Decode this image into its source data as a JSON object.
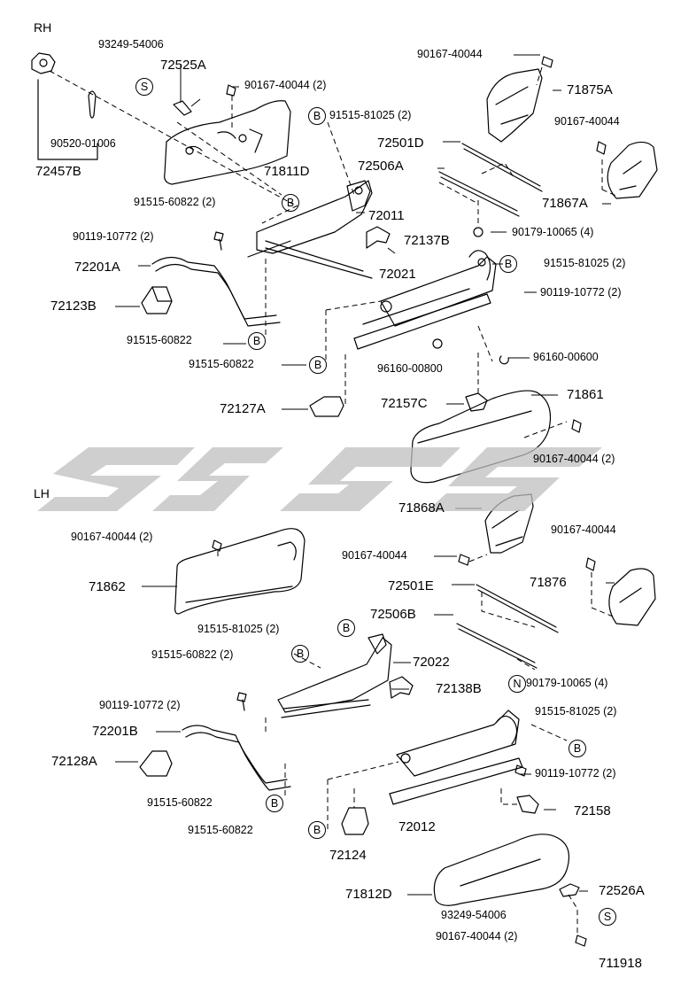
{
  "section_rh": "RH",
  "section_lh": "LH",
  "figure_number": "711918",
  "callouts": {
    "p1": "93249-54006",
    "p2": "72525A",
    "p3": "90167-40044 (2)",
    "p4": "90520-01006",
    "p5": "72457B",
    "p6": "71811D",
    "p7": "91515-81025 (2)",
    "p8": "72501D",
    "p9": "72506A",
    "p10": "91515-60822 (2)",
    "p11": "72011",
    "p12": "90119-10772 (2)",
    "p13": "72137B",
    "p14": "72201A",
    "p15": "72021",
    "p16": "91515-81025 (2)",
    "p17": "90119-10772 (2)",
    "p18": "72123B",
    "p19": "91515-60822",
    "p20": "91515-60822",
    "p21": "96160-00800",
    "p22": "96160-00600",
    "p23": "72127A",
    "p24": "72157C",
    "p25": "71861",
    "p26": "90167-40044 (2)",
    "p27": "90167-40044",
    "p28": "71875A",
    "p29": "90167-40044",
    "p30": "71867A",
    "p31": "90179-10065 (4)",
    "p32": "71868A",
    "p33": "90167-40044 (2)",
    "p34": "90167-40044",
    "p35": "71862",
    "p36": "90167-40044",
    "p37": "71876",
    "p38": "72501E",
    "p39": "72506B",
    "p40": "91515-81025 (2)",
    "p41": "91515-60822 (2)",
    "p42": "72022",
    "p43": "90179-10065 (4)",
    "p44": "90119-10772 (2)",
    "p45": "72138B",
    "p46": "72201B",
    "p47": "91515-81025 (2)",
    "p48": "72128A",
    "p49": "90119-10772 (2)",
    "p50": "91515-60822",
    "p51": "72158",
    "p52": "91515-60822",
    "p53": "72012",
    "p54": "72124",
    "p55": "71812D",
    "p56": "72526A",
    "p57": "93249-54006",
    "p58": "90167-40044 (2)"
  },
  "markers": {
    "s": "S",
    "b": "B",
    "n": "N"
  }
}
